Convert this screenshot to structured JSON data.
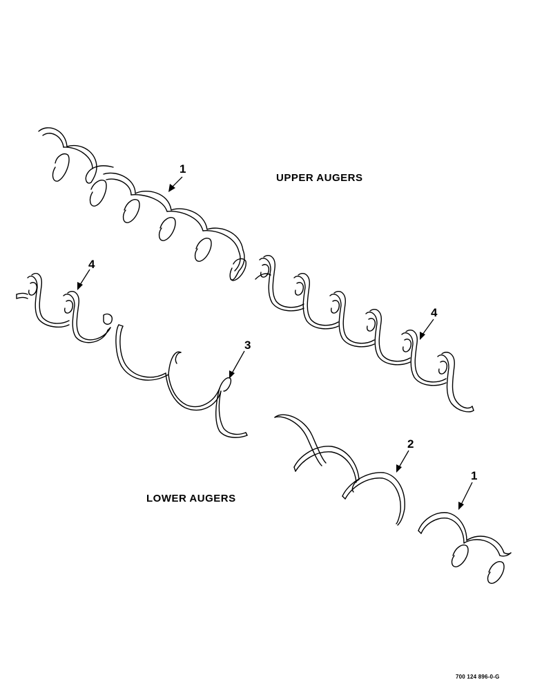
{
  "labels": {
    "upper_augers": "UPPER AUGERS",
    "lower_augers": "LOWER AUGERS",
    "doc_number": "700 124 896-0-G"
  },
  "callouts": {
    "upper_flighting_1": "1",
    "upper_flighting_4": "4",
    "lower_flighting_4": "4",
    "lower_flighting_3": "3",
    "lower_flighting_2": "2",
    "lower_flighting_1": "1"
  }
}
